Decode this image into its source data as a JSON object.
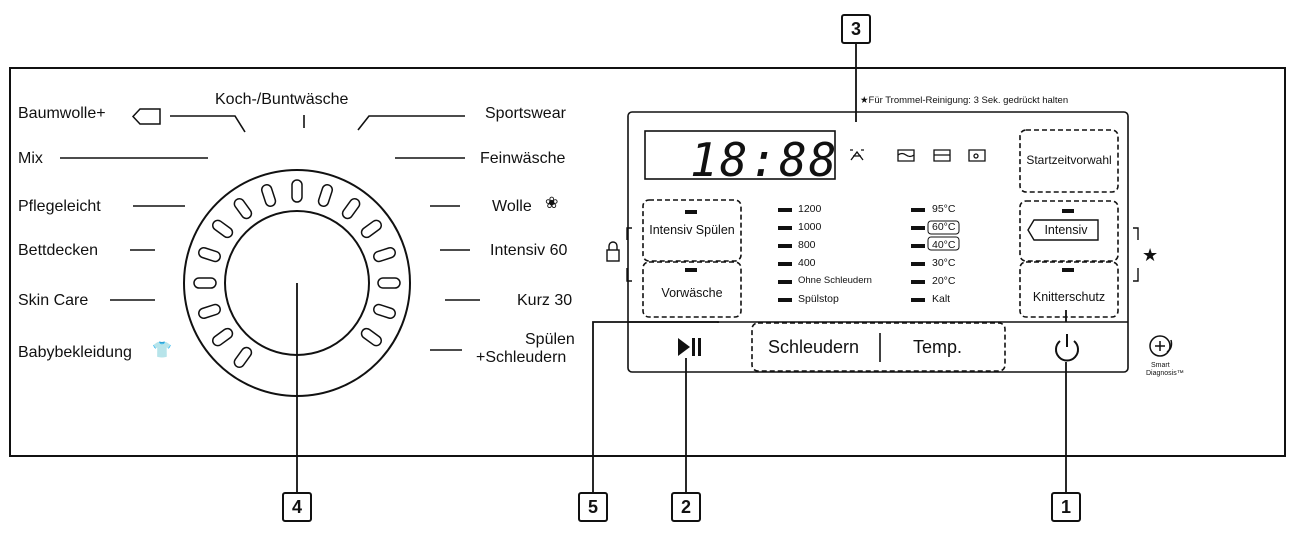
{
  "programs_left": [
    {
      "label": "Baumwolle+",
      "icon": "tag-icon"
    },
    {
      "label": "Mix"
    },
    {
      "label": "Pflegeleicht"
    },
    {
      "label": "Bettdecken"
    },
    {
      "label": "Skin Care"
    },
    {
      "label": "Babybekleidung",
      "icon": "baby-clothes-icon"
    }
  ],
  "program_top": "Koch-/Buntwäsche",
  "programs_right": [
    {
      "label": "Sportswear"
    },
    {
      "label": "Feinwäsche"
    },
    {
      "label": "Wolle",
      "icon": "wool-icon"
    },
    {
      "label": "Intensiv 60"
    },
    {
      "label": "Kurz 30"
    },
    {
      "label": "Spülen",
      "label2": "+Schleudern"
    }
  ],
  "panel": {
    "note": "★Für Trommel-Reinigung: 3 Sek. gedrückt halten",
    "display": "18:88",
    "status_icons": [
      "wash-icon",
      "rinse-icon",
      "spin-icon",
      "drum-icon"
    ],
    "buttons": {
      "intensiv_spuelen": "Intensiv Spülen",
      "vorwaesche": "Vorwäsche",
      "startzeitvorwahl": "Startzeitvorwahl",
      "intensiv": "Intensiv",
      "knitterschutz": "Knitterschutz",
      "schleudern": "Schleudern",
      "temp": "Temp."
    },
    "spin_options": [
      "1200",
      "1000",
      "800",
      "400",
      "Ohne Schleudern",
      "Spülstop"
    ],
    "temp_options": [
      "95°C",
      "60°C",
      "40°C",
      "30°C",
      "20°C",
      "Kalt"
    ],
    "star": "★",
    "smart_label1": "Smart",
    "smart_label2": "Diagnosis™"
  },
  "callouts": [
    "3",
    "4",
    "5",
    "2",
    "1"
  ]
}
